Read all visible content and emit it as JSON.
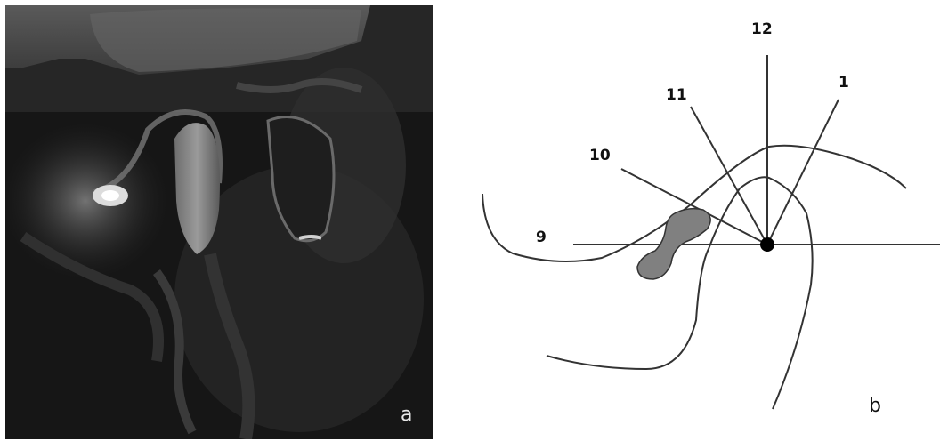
{
  "panels": {
    "a": {
      "label": "a"
    },
    "b": {
      "label": "b"
    }
  },
  "clock_positions": [
    "12",
    "11",
    "1",
    "10",
    "9"
  ],
  "colors": {
    "mri_background": "#111111",
    "line": "#333333",
    "disc_fill": "#808080",
    "center_dot": "#000000"
  }
}
